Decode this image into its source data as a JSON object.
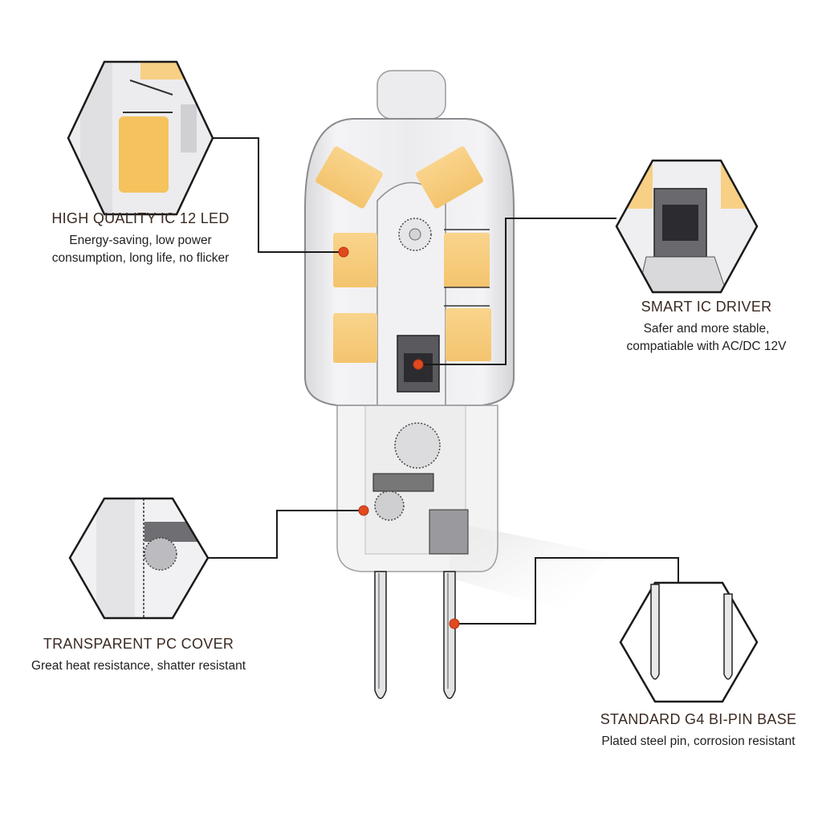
{
  "product": {
    "name": "G4 12 LED bi-pin bulb",
    "led_color": "#F7C97A",
    "marker_color": "#E2491F",
    "line_color": "#1a1a1a"
  },
  "callouts": [
    {
      "id": "led",
      "title": "HIGH QUALITY IC 12 LED",
      "desc_lines": [
        "Energy-saving, low power",
        "consumption, long life, no flicker"
      ]
    },
    {
      "id": "driver",
      "title": "SMART IC DRIVER",
      "desc_lines": [
        "Safer and more stable,",
        "compatiable with AC/DC 12V"
      ]
    },
    {
      "id": "cover",
      "title": "TRANSPARENT PC COVER",
      "desc_lines": [
        "Great heat resistance, shatter resistant"
      ]
    },
    {
      "id": "base",
      "title": "STANDARD G4 BI-PIN BASE",
      "desc_lines": [
        "Plated steel pin, corrosion resistant"
      ]
    }
  ]
}
